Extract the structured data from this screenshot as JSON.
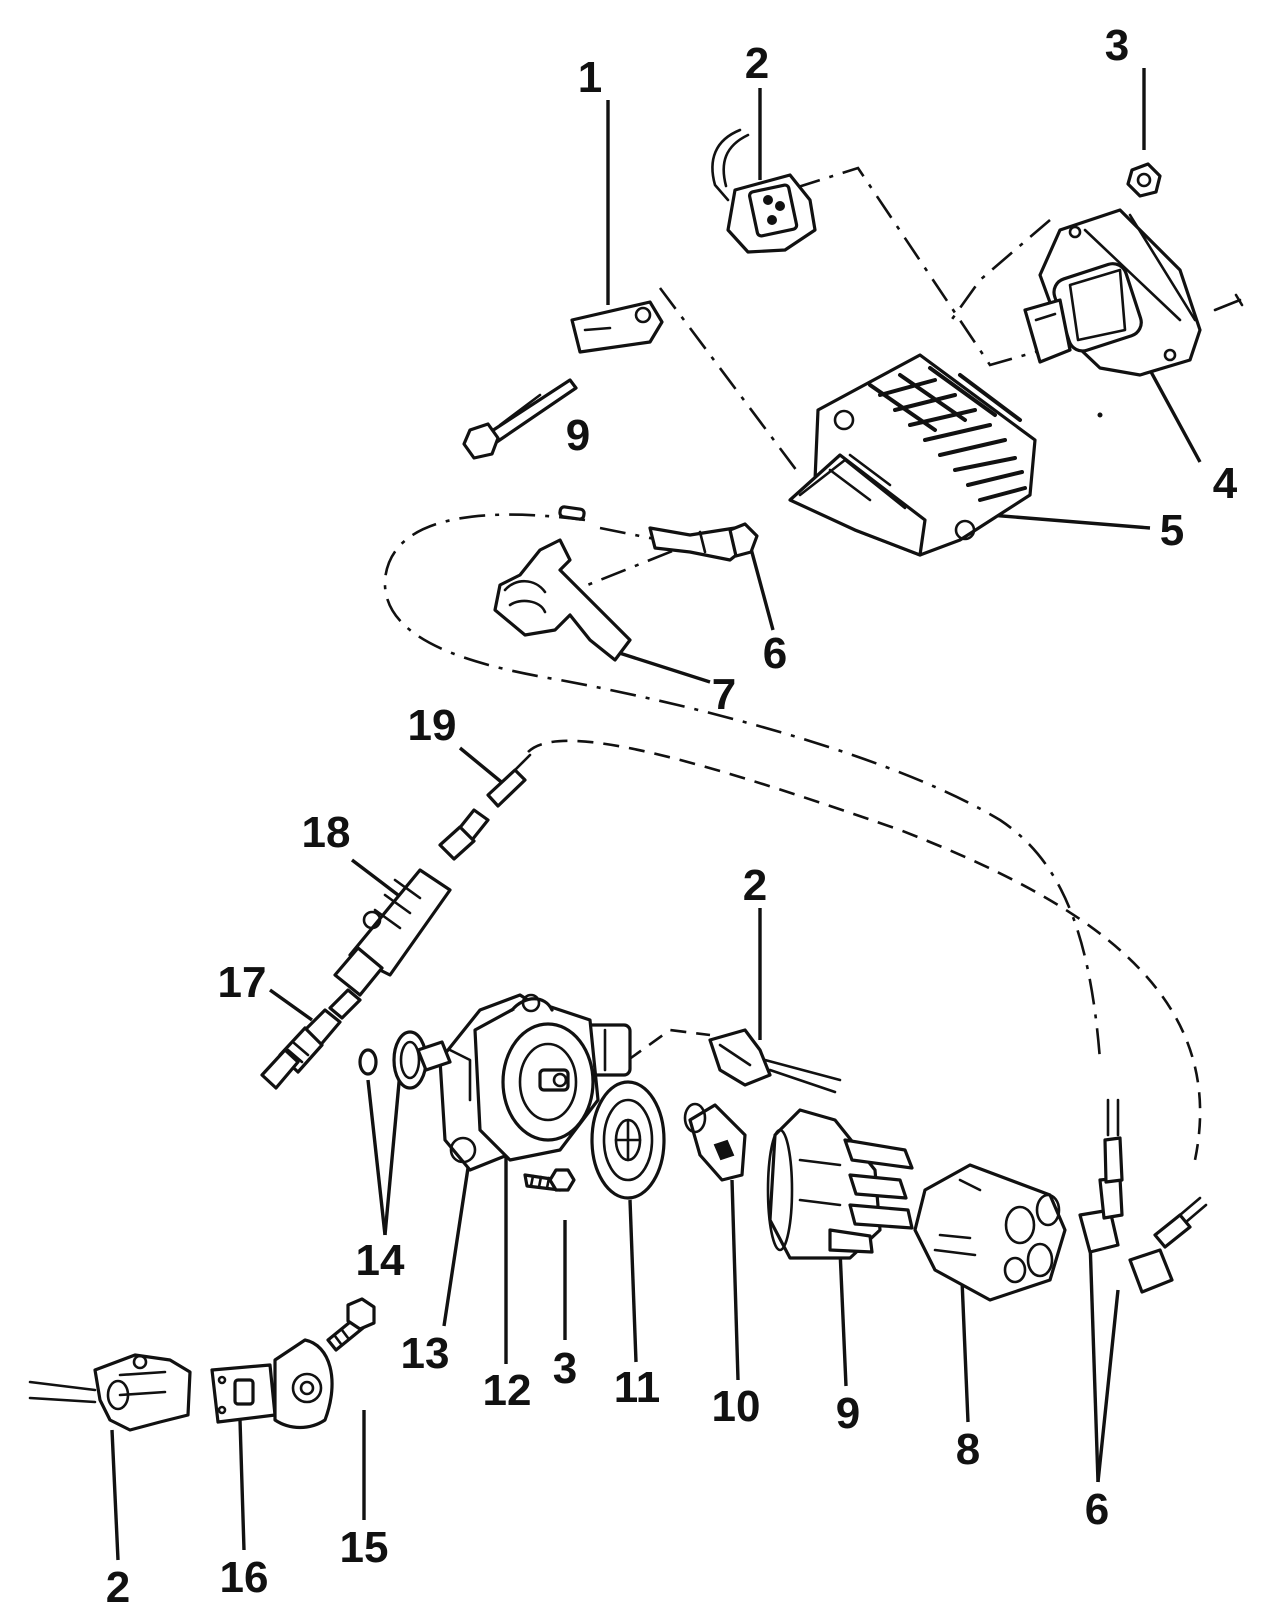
{
  "callouts": [
    {
      "id": "c1",
      "text": "1"
    },
    {
      "id": "c2a",
      "text": "2"
    },
    {
      "id": "c3a",
      "text": "3"
    },
    {
      "id": "c4",
      "text": "4"
    },
    {
      "id": "c5",
      "text": "5"
    },
    {
      "id": "c6a",
      "text": "6"
    },
    {
      "id": "c7",
      "text": "7"
    },
    {
      "id": "c9a",
      "text": "9"
    },
    {
      "id": "c19",
      "text": "19"
    },
    {
      "id": "c18",
      "text": "18"
    },
    {
      "id": "c17",
      "text": "17"
    },
    {
      "id": "c2b",
      "text": "2"
    },
    {
      "id": "c14",
      "text": "14"
    },
    {
      "id": "c13",
      "text": "13"
    },
    {
      "id": "c12",
      "text": "12"
    },
    {
      "id": "c3b",
      "text": "3"
    },
    {
      "id": "c11",
      "text": "11"
    },
    {
      "id": "c10",
      "text": "10"
    },
    {
      "id": "c9b",
      "text": "9"
    },
    {
      "id": "c8",
      "text": "8"
    },
    {
      "id": "c6b",
      "text": "6"
    },
    {
      "id": "c2c",
      "text": "2"
    },
    {
      "id": "c16",
      "text": "16"
    },
    {
      "id": "c15",
      "text": "15"
    }
  ]
}
